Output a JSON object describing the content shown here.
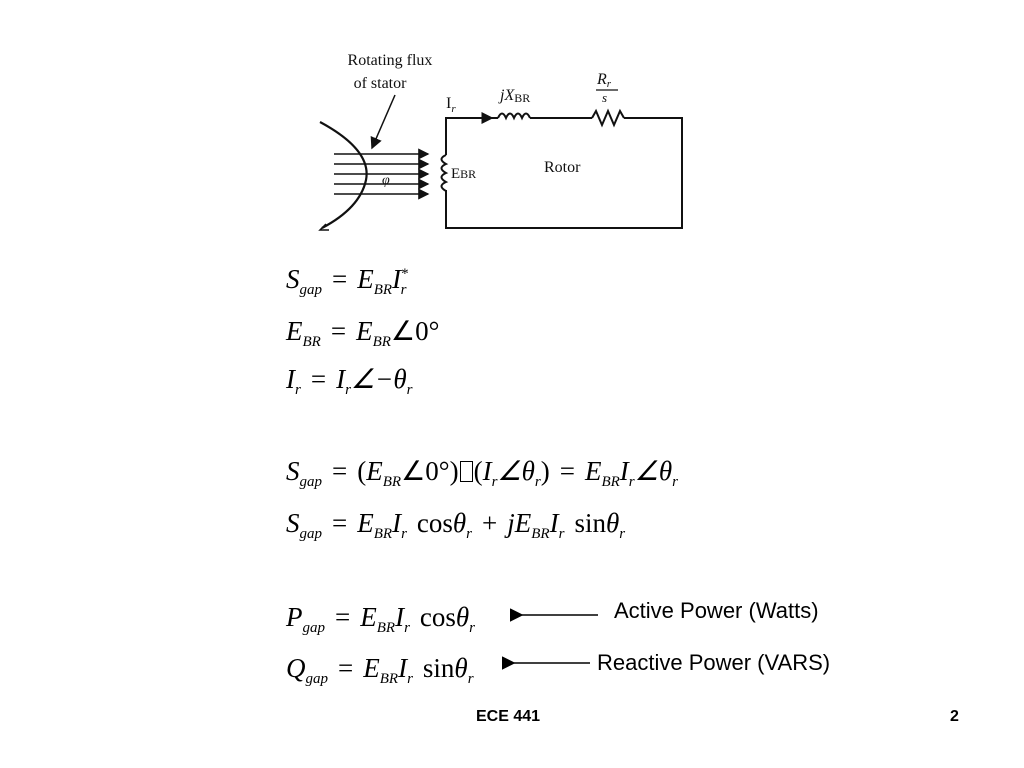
{
  "diagram": {
    "flux_label_line1": "Rotating flux",
    "flux_label_line2": "of stator",
    "current_label": "I",
    "current_sub": "r",
    "reactance_j": "j",
    "reactance_x": "X",
    "reactance_sub": "BR",
    "resistor_num": "R",
    "resistor_num_sub": "r",
    "resistor_den": "s",
    "emf_label": "E",
    "emf_sub": "BR",
    "rotor_label": "Rotor",
    "phi_label": "φ"
  },
  "equations": {
    "eq1": {
      "lhs": "S",
      "lhs_sub": "gap",
      "e": "E",
      "e_sub": "BR",
      "i": "I",
      "i_sub": "r",
      "i_sup": "*"
    },
    "eq2": {
      "lhs": "E",
      "lhs_sub": "BR",
      "e": "E",
      "e_sub": "BR",
      "angle": "∠0°"
    },
    "eq3": {
      "lhs": "I",
      "lhs_sub": "r",
      "i": "I",
      "i_sub": "r",
      "angle": "∠−θ",
      "theta_sub": "r"
    },
    "eq4": {
      "lhs": "S",
      "lhs_sub": "gap",
      "open": "(",
      "e": "E",
      "e_sub": "BR",
      "angle0": "∠0°)",
      "box": "",
      "open2": "(",
      "i": "I",
      "i_sub": "r",
      "angle": "∠θ",
      "theta_sub": "r",
      "close": ")",
      "e2": "E",
      "e2_sub": "BR",
      "i2": "I",
      "i2_sub": "r",
      "angle2": "∠θ",
      "theta2_sub": "r"
    },
    "eq5": {
      "lhs": "S",
      "lhs_sub": "gap",
      "e": "E",
      "e_sub": "BR",
      "i": "I",
      "i_sub": "r",
      "cos": "cos",
      "theta": "θ",
      "theta_sub": "r",
      "plus": "+",
      "j": "j",
      "e2": "E",
      "e2_sub": "BR",
      "i2": "I",
      "i2_sub": "r",
      "sin": "sin",
      "theta2": "θ",
      "theta2_sub": "r"
    },
    "eq6": {
      "lhs": "P",
      "lhs_sub": "gap",
      "e": "E",
      "e_sub": "BR",
      "i": "I",
      "i_sub": "r",
      "cos": "cos",
      "theta": "θ",
      "theta_sub": "r"
    },
    "eq7": {
      "lhs": "Q",
      "lhs_sub": "gap",
      "e": "E",
      "e_sub": "BR",
      "i": "I",
      "i_sub": "r",
      "sin": "sin",
      "theta": "θ",
      "theta_sub": "r"
    },
    "equals": "="
  },
  "annotations": {
    "active_power": "Active Power (Watts)",
    "reactive_power": "Reactive Power (VARS)"
  },
  "footer": {
    "course": "ECE 441",
    "page_number": "2"
  }
}
